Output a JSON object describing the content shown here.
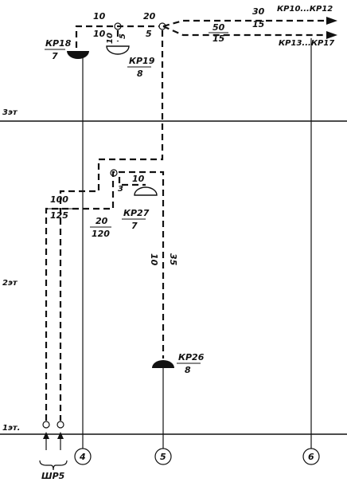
{
  "diagram": {
    "floors": [
      {
        "key": "floor3",
        "label": "3эт"
      },
      {
        "key": "floor2",
        "label": "2эт"
      },
      {
        "key": "floor1",
        "label": "1эт."
      }
    ],
    "risers": [
      {
        "key": "r4",
        "label": "4"
      },
      {
        "key": "r5",
        "label": "5"
      },
      {
        "key": "r6",
        "label": "6"
      }
    ],
    "fixtures": {
      "kp18": {
        "name": "КР18",
        "value": "7"
      },
      "kp19": {
        "name": "КР19",
        "value": "8"
      },
      "kp27": {
        "name": "КР27",
        "value": "7"
      },
      "kp26": {
        "name": "КР26",
        "value": "8"
      }
    },
    "destinations": {
      "upper": "КР10...КР12",
      "lower": "КР13...КР17"
    },
    "segments": {
      "top_left": {
        "num": "10",
        "den": "10"
      },
      "top_kp19": {
        "num": "10",
        "den": "5"
      },
      "top_mid": {
        "num": "20",
        "den": "5"
      },
      "top_right1": {
        "num": "50",
        "den": "15"
      },
      "top_right2": {
        "num": "30",
        "den": "15"
      },
      "kp27_branch": {
        "num": "10",
        "side": "3"
      },
      "left_upper": {
        "num": "100",
        "den": "125"
      },
      "left_lower": {
        "num": "20",
        "den": "120"
      },
      "riser5_vertical": {
        "num": "10",
        "den": "35"
      }
    },
    "inlet_label": "ШР5"
  }
}
